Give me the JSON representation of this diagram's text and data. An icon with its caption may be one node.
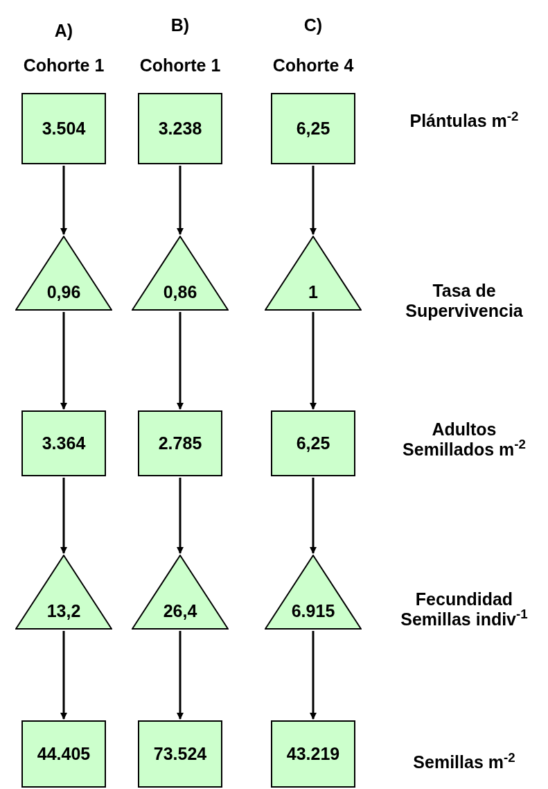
{
  "diagram": {
    "nodes": [
      {
        "text": [
          "3.504"
        ]
      },
      {
        "text": [
          "3.238"
        ]
      },
      {
        "text": [
          "6,25"
        ]
      },
      {
        "text": [
          "0,96"
        ]
      },
      {
        "text": [
          "0,86"
        ]
      },
      {
        "text": [
          "1"
        ]
      },
      {
        "text": [
          "3.364"
        ]
      },
      {
        "text": [
          "2.785"
        ]
      },
      {
        "text": [
          "6,25"
        ]
      },
      {
        "text": [
          "13,2"
        ]
      },
      {
        "text": [
          "26,4"
        ]
      },
      {
        "text": [
          "6.915"
        ]
      },
      {
        "text": [
          "44.405"
        ]
      },
      {
        "text": [
          "73.524"
        ]
      },
      {
        "text": [
          "43.219"
        ]
      }
    ],
    "edges": [
      {
        "from": 0,
        "to": 3,
        "arrow": "to"
      },
      {
        "from": 1,
        "to": 4,
        "arrow": "to"
      },
      {
        "from": 2,
        "to": 5,
        "arrow": "to"
      },
      {
        "from": 3,
        "to": 6,
        "arrow": "to"
      },
      {
        "from": 4,
        "to": 7,
        "arrow": "to"
      },
      {
        "from": 5,
        "to": 8,
        "arrow": "to"
      },
      {
        "from": 6,
        "to": 9,
        "arrow": "to"
      },
      {
        "from": 7,
        "to": 10,
        "arrow": "to"
      },
      {
        "from": 8,
        "to": 11,
        "arrow": "to"
      },
      {
        "from": 9,
        "to": 12,
        "arrow": "to"
      },
      {
        "from": 10,
        "to": 13,
        "arrow": "to"
      },
      {
        "from": 11,
        "to": 14,
        "arrow": "to"
      }
    ],
    "labels": [
      "A)",
      "B)",
      "C)",
      "Cohorte 1",
      "Cohorte 1",
      "Cohorte 4",
      "Plántulas m$^{-2}$",
      "Tasa de Supervivencia",
      "Adultos Semillados m$^{-2}$",
      "Fecundidad Semillas indiv$^{-1}$",
      "Semillas m$^{-2}$"
    ]
  }
}
